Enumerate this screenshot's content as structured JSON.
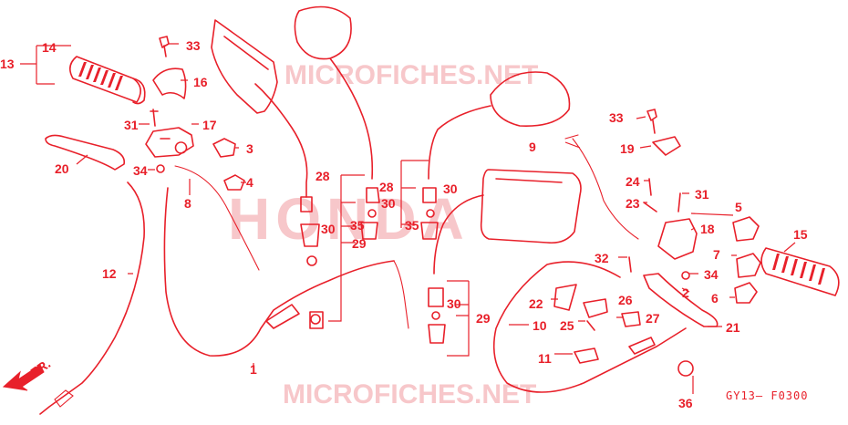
{
  "watermarks": {
    "top": "MICROFICHES.NET",
    "bottom": "MICROFICHES.NET",
    "center": "HONDA"
  },
  "code": "GY13– F0300",
  "direction_label": "FR.",
  "callouts": {
    "c1": "1",
    "c2": "2",
    "c3": "3",
    "c4": "4",
    "c5": "5",
    "c6": "6",
    "c7": "7",
    "c8": "8",
    "c9": "9",
    "c10": "10",
    "c11": "11",
    "c12": "12",
    "c13": "13",
    "c14": "14",
    "c15": "15",
    "c16": "16",
    "c17": "17",
    "c18": "18",
    "c19": "19",
    "c20": "20",
    "c21": "21",
    "c22": "22",
    "c23": "23",
    "c24": "24",
    "c25": "25",
    "c26": "26",
    "c27": "27",
    "c28a": "28",
    "c28b": "28",
    "c29a": "29",
    "c29b": "29",
    "c30a": "30",
    "c30b": "30",
    "c30c": "30",
    "c30d": "30",
    "c31a": "31",
    "c31b": "31",
    "c32": "32",
    "c33a": "33",
    "c33b": "33",
    "c34a": "34",
    "c34b": "34",
    "c35a": "35",
    "c35b": "35",
    "c36": "36"
  },
  "colors": {
    "ink": "#e8202a",
    "watermark": "#f7c7ca"
  }
}
